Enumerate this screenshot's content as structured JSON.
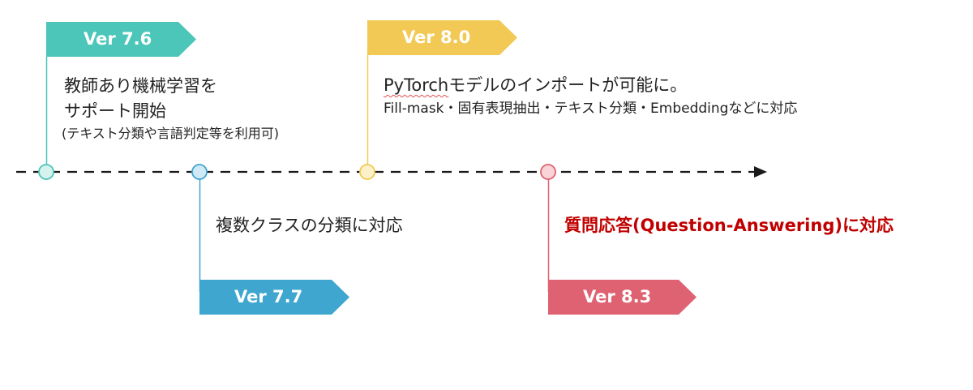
{
  "colors": {
    "v76": "#4bc6b9",
    "v77": "#3fa6cf",
    "v80": "#f2c955",
    "v83": "#de6272",
    "timeline": "#1a1a1a",
    "highlight_text": "#c00000"
  },
  "milestones": [
    {
      "version": "Ver 7.6",
      "lines": [
        "教師あり機械学習を",
        "サポート開始"
      ],
      "note": "(テキスト分類や言語判定等を利用可)"
    },
    {
      "version": "Ver 7.7",
      "lines": [
        "複数クラスの分類に対応"
      ]
    },
    {
      "version": "Ver 8.0",
      "lines": [
        "PyTorchモデルのインポートが可能に。"
      ],
      "title_prefix": "PyTorch",
      "title_rest": "モデルのインポートが可能に。",
      "note": "Fill-mask・固有表現抽出・テキスト分類・Embeddingなどに対応"
    },
    {
      "version": "Ver 8.3",
      "lines": [
        "質問応答(Question-Answering)に対応"
      ]
    }
  ]
}
